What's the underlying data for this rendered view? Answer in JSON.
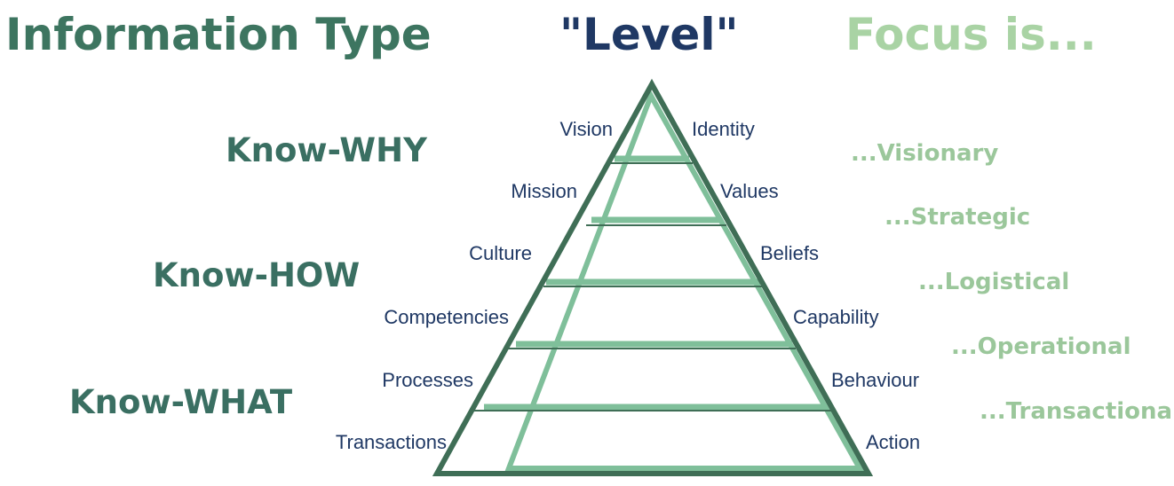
{
  "headers": {
    "info_type": "Information Type",
    "level": "\"Level\"",
    "focus": "Focus is..."
  },
  "know": [
    "Know-WHY",
    "Know-HOW",
    "Know-WHAT"
  ],
  "left_labels": [
    "Vision",
    "Mission",
    "Culture",
    "Competencies",
    "Processes",
    "Transactions"
  ],
  "right_labels": [
    "Identity",
    "Values",
    "Beliefs",
    "Capability",
    "Behaviour",
    "Action"
  ],
  "focus_labels": [
    "...Visionary",
    "...Strategic",
    "...Logistical",
    "...Operational",
    "...Transactional"
  ],
  "colors": {
    "dark_green": "#3d7560",
    "navy": "#1f3864",
    "light_green": "#9bc79b",
    "pyramid_outline": "#3f6e56",
    "pyramid_fill_line": "#7fbf9a",
    "label_text": "#1f3864"
  }
}
